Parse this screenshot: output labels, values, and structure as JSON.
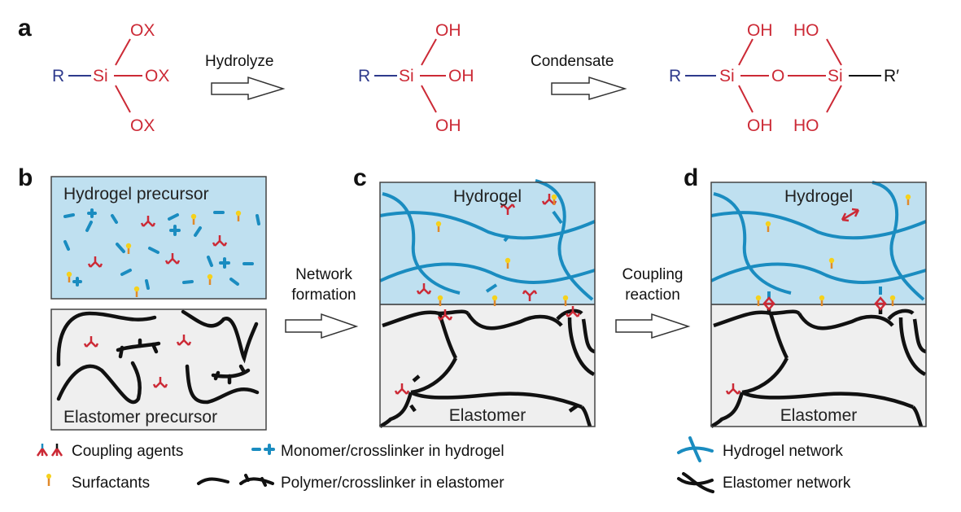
{
  "colors": {
    "red": "#cc2a36",
    "blue_bond": "#2e3a8c",
    "hydrogel_fill": "#bfe0f0",
    "hydrogel_line": "#1a8cc0",
    "elastomer_fill": "#efefef",
    "surfactant_head": "#f5d11c",
    "surfactant_tail": "#e0892a",
    "black": "#111111"
  },
  "panel_a": {
    "label": "a",
    "reactant": {
      "R": "R",
      "Si": "Si",
      "groups": [
        "OX",
        "OX",
        "OX"
      ]
    },
    "arrow1_label": "Hydrolyze",
    "intermediate": {
      "R": "R",
      "Si": "Si",
      "groups": [
        "OH",
        "OH",
        "OH"
      ]
    },
    "arrow2_label": "Condensate",
    "product": {
      "R": "R",
      "Si1": "Si",
      "O": "O",
      "Si2": "Si",
      "R2": "R′",
      "top_left": "OH",
      "bottom_left": "OH",
      "top_right": "HO",
      "bottom_right": "HO"
    }
  },
  "panel_b": {
    "label": "b",
    "top_title": "Hydrogel precursor",
    "bottom_title": "Elastomer precursor"
  },
  "arrow_bc_label": [
    "Network",
    "formation"
  ],
  "panel_c": {
    "label": "c",
    "top_title": "Hydrogel",
    "bottom_title": "Elastomer"
  },
  "arrow_cd_label": [
    "Coupling",
    "reaction"
  ],
  "panel_d": {
    "label": "d",
    "top_title": "Hydrogel",
    "bottom_title": "Elastomer"
  },
  "legend": {
    "coupling_agents": "Coupling agents",
    "surfactants": "Surfactants",
    "monomer_hydrogel": "Monomer/crosslinker in hydrogel",
    "polymer_elastomer": "Polymer/crosslinker in elastomer",
    "hydrogel_network": "Hydrogel network",
    "elastomer_network": "Elastomer network"
  }
}
